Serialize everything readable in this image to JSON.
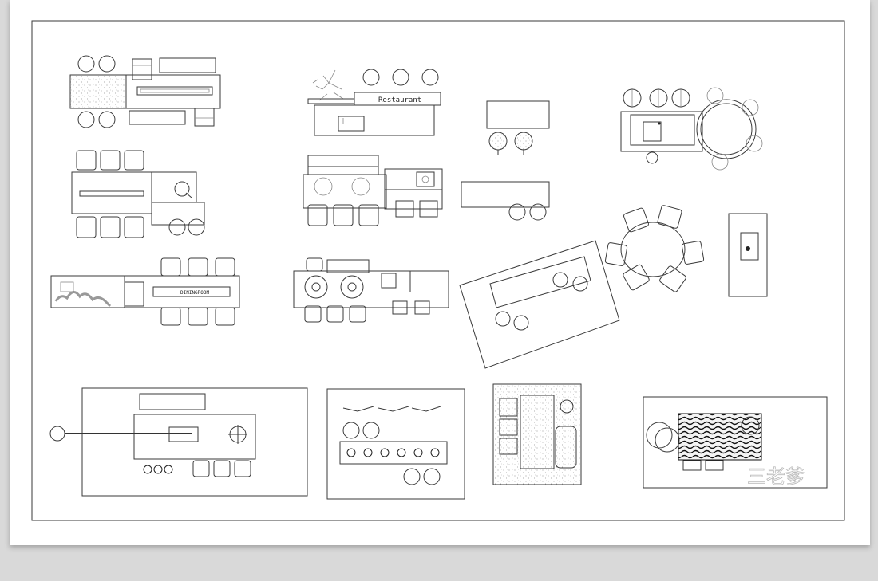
{
  "labels": {
    "restaurant": "Restaurant",
    "diningroom": "DININGROOM"
  },
  "watermark": "三老爹",
  "colors": {
    "background": "#d9d9d9",
    "sheet": "#ffffff",
    "line": "#3a3a3a"
  }
}
